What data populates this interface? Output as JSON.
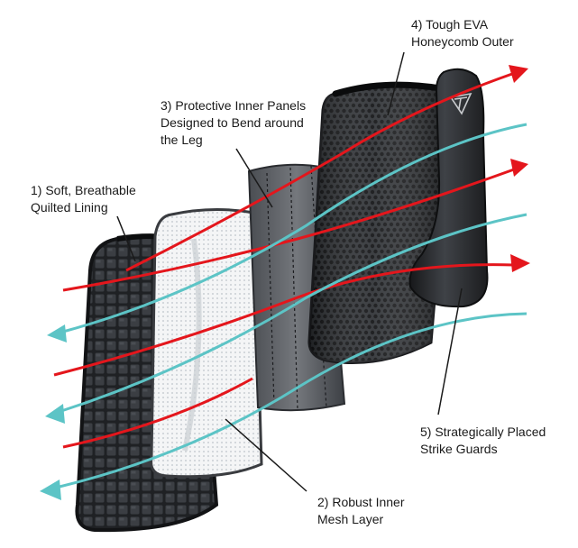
{
  "callouts": [
    {
      "lines": [
        "1) Soft, Breathable",
        "Quilted Lining"
      ]
    },
    {
      "lines": [
        "2) Robust Inner",
        "Mesh Layer"
      ]
    },
    {
      "lines": [
        "3) Protective Inner Panels",
        "Designed to Bend around",
        "the Leg"
      ]
    },
    {
      "lines": [
        "4) Tough EVA",
        "Honeycomb Outer"
      ]
    },
    {
      "lines": [
        "5) Strategically Placed",
        "Strike Guards"
      ]
    }
  ],
  "colors": {
    "warm_air": "#e4161c",
    "cool_air": "#5cc4c6",
    "lining": "#2b2d31",
    "mesh": "#f2f3f4",
    "panels": "#54575c",
    "outer": "#3a3d42",
    "strike_guard": "#202124",
    "leader": "#1a1a1a"
  },
  "icons": {
    "brand_logo": "triangle-t-logo-icon"
  }
}
